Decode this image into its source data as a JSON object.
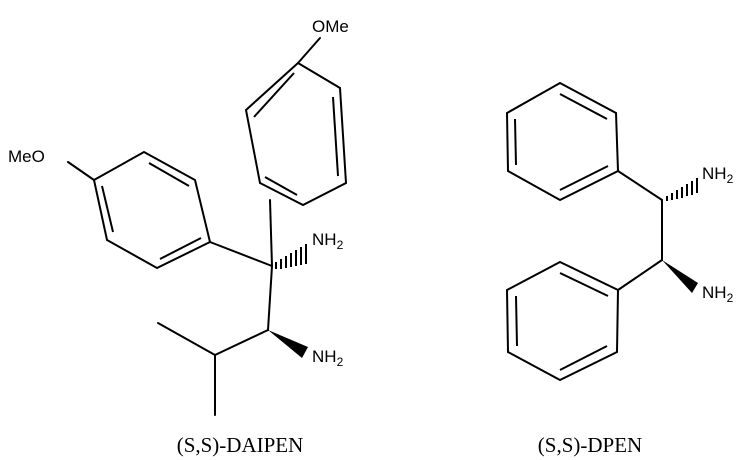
{
  "captions": {
    "daipen": "(S,S)-DAIPEN",
    "dpen": "(S,S)-DPEN"
  },
  "labels": {
    "ome_top": "OMe",
    "meo_left": "MeO",
    "nh2_main": "NH",
    "nh2_sub": "2"
  }
}
